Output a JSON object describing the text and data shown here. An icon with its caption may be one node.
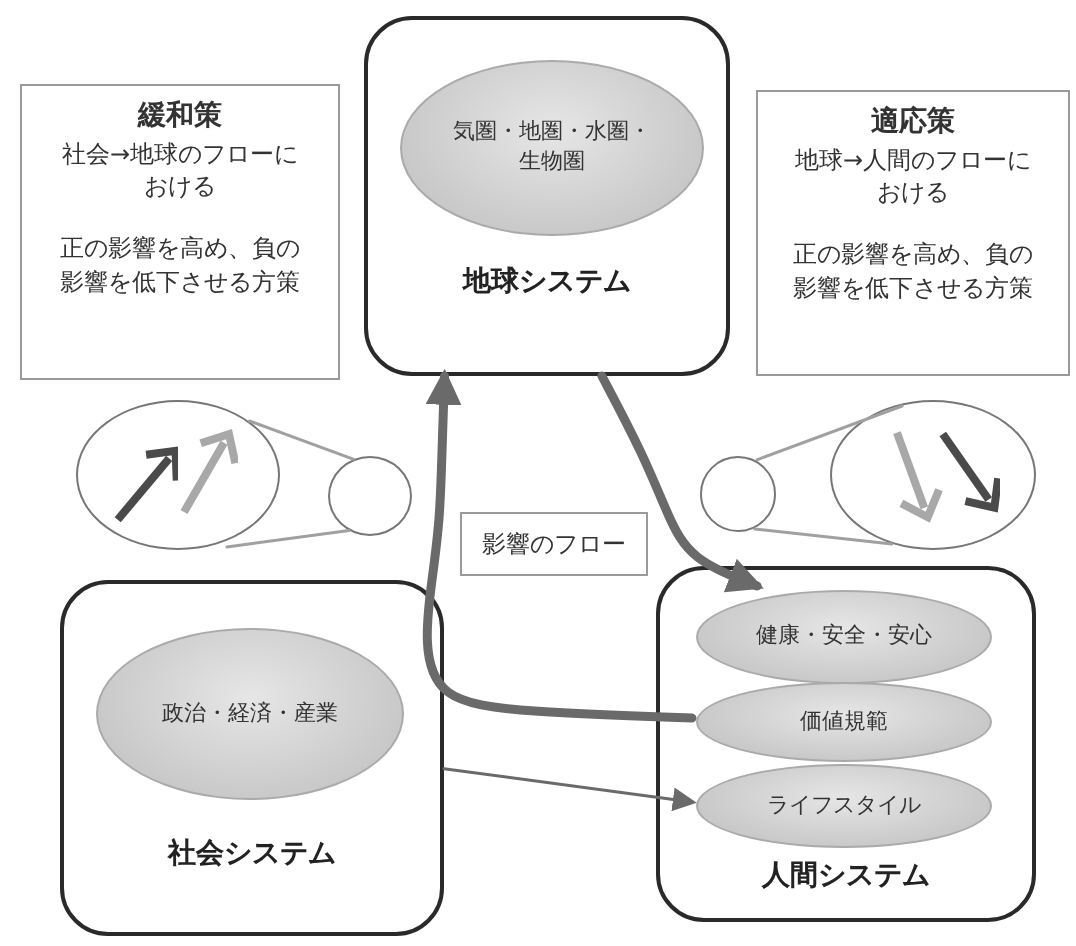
{
  "diagram": {
    "nodes": [
      {
        "text": [
          "緩和策",
          "社会→地球のフローにおける",
          "正の影響を高め、負の影響を低下させる方策"
        ]
      },
      {
        "text": [
          "地球システム"
        ]
      },
      {
        "text": [
          "気圏・地圏・水圏・生物圏"
        ],
        "in": 1
      },
      {
        "text": [
          "適応策",
          "地球→人間のフローにおける",
          "正の影響を高め、負の影響を低下させる方策"
        ]
      },
      {
        "text": [],
        "shape": "circle"
      },
      {
        "text": [],
        "shape": "circle"
      },
      {
        "text": [],
        "shape": "circle"
      },
      {
        "text": [],
        "shape": "circle"
      },
      {
        "text": [
          "影響のフロー"
        ]
      },
      {
        "text": [
          "社会システム"
        ]
      },
      {
        "text": [
          "政治・経済・産業"
        ],
        "in": 9
      },
      {
        "text": [
          "人間システム"
        ]
      },
      {
        "text": [
          "健康・安全・安心"
        ],
        "in": 11
      },
      {
        "text": [
          "価値規範"
        ],
        "in": 11
      },
      {
        "text": [
          "ライフスタイル"
        ],
        "in": 11
      }
    ],
    "edges": [
      {
        "from": 13,
        "to": 1,
        "arrow": "to",
        "style": "thick",
        "color": "#6a6a6a"
      },
      {
        "from": 1,
        "to": 12,
        "arrow": "to",
        "style": "thick",
        "color": "#6a6a6a"
      },
      {
        "from": 9,
        "to": 14,
        "arrow": "to",
        "color": "#6a6a6a"
      },
      {
        "from": 4,
        "to": 5,
        "arrow": "none"
      },
      {
        "from": 4,
        "to": 5,
        "arrow": "none"
      },
      {
        "from": 6,
        "to": 7,
        "arrow": "none"
      },
      {
        "from": 6,
        "to": 7,
        "arrow": "none"
      }
    ]
  }
}
